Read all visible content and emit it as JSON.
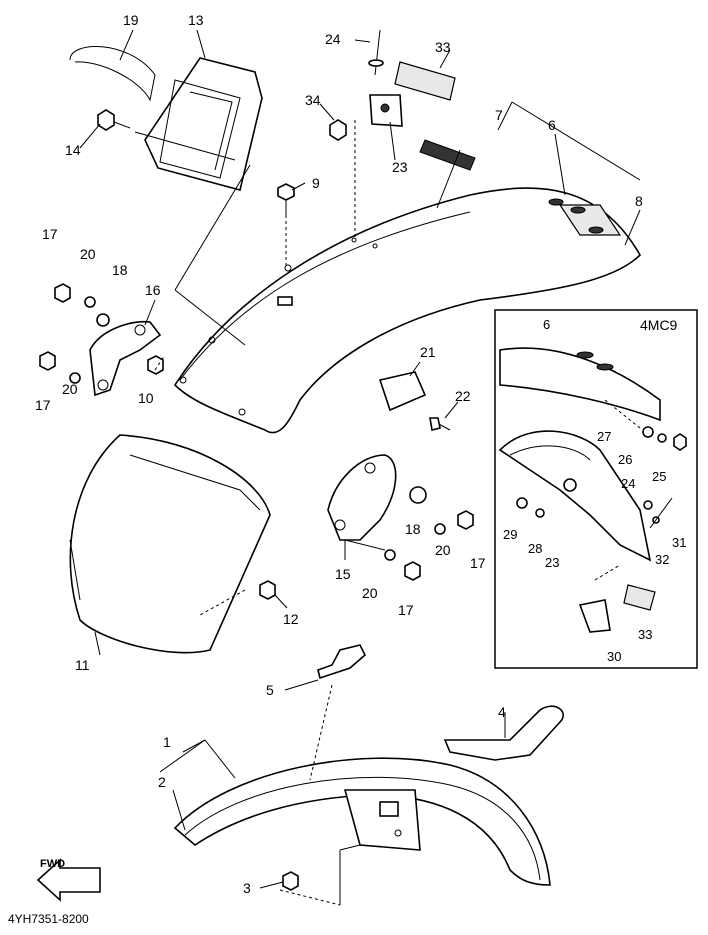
{
  "diagram_code": "4YH7351-8200",
  "fwd_label": "FWD",
  "inset_model": "4MC9",
  "callouts": {
    "c1": "1",
    "c2": "2",
    "c3": "3",
    "c4": "4",
    "c5": "5",
    "c6": "6",
    "c7": "7",
    "c8": "8",
    "c9": "9",
    "c10": "10",
    "c11": "11",
    "c12": "12",
    "c13": "13",
    "c14": "14",
    "c15": "15",
    "c16": "16",
    "c17a": "17",
    "c17b": "17",
    "c17c": "17",
    "c17d": "17",
    "c18a": "18",
    "c18b": "18",
    "c19": "19",
    "c20a": "20",
    "c20b": "20",
    "c20c": "20",
    "c20d": "20",
    "c21": "21",
    "c22": "22",
    "c23": "23",
    "c24": "24",
    "c33": "33",
    "c34": "34"
  },
  "inset_callouts": {
    "i6": "6",
    "i23": "23",
    "i24": "24",
    "i25": "25",
    "i26": "26",
    "i27": "27",
    "i28": "28",
    "i29": "29",
    "i30": "30",
    "i31": "31",
    "i32": "32",
    "i33": "33"
  }
}
